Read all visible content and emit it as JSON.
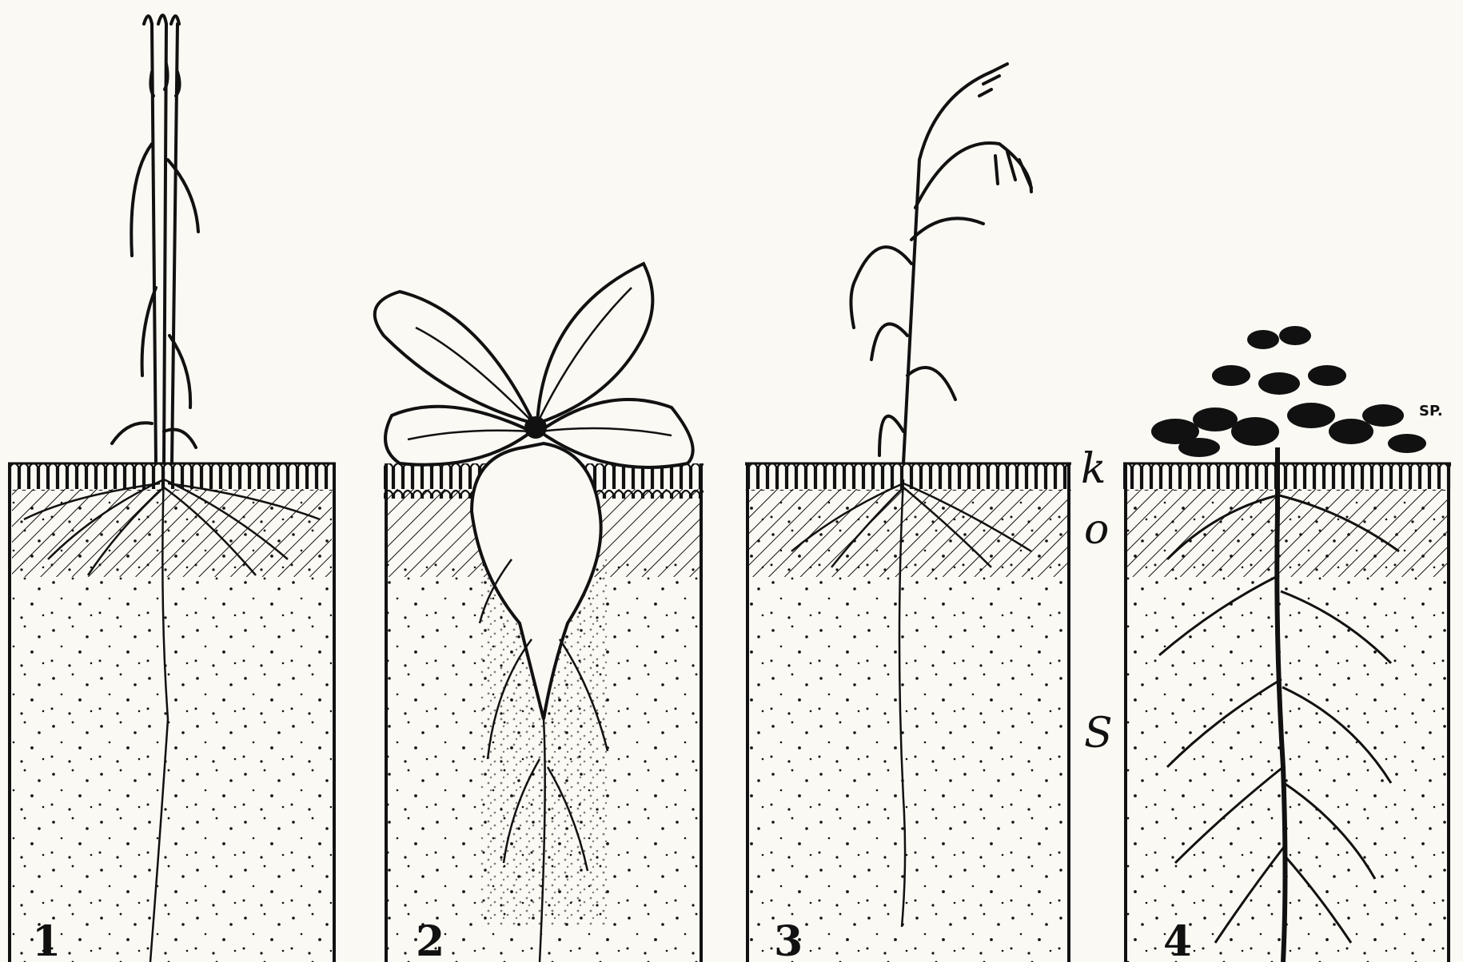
{
  "panels": [
    {
      "number": "1"
    },
    {
      "number": "2"
    },
    {
      "number": "3"
    },
    {
      "number": "4"
    }
  ],
  "layer_labels": {
    "k": "k",
    "o": "o",
    "s": "S"
  },
  "annotation": {
    "sp": "SP."
  },
  "colors": {
    "ink": "#111111",
    "paper": "#fbf9f4"
  }
}
